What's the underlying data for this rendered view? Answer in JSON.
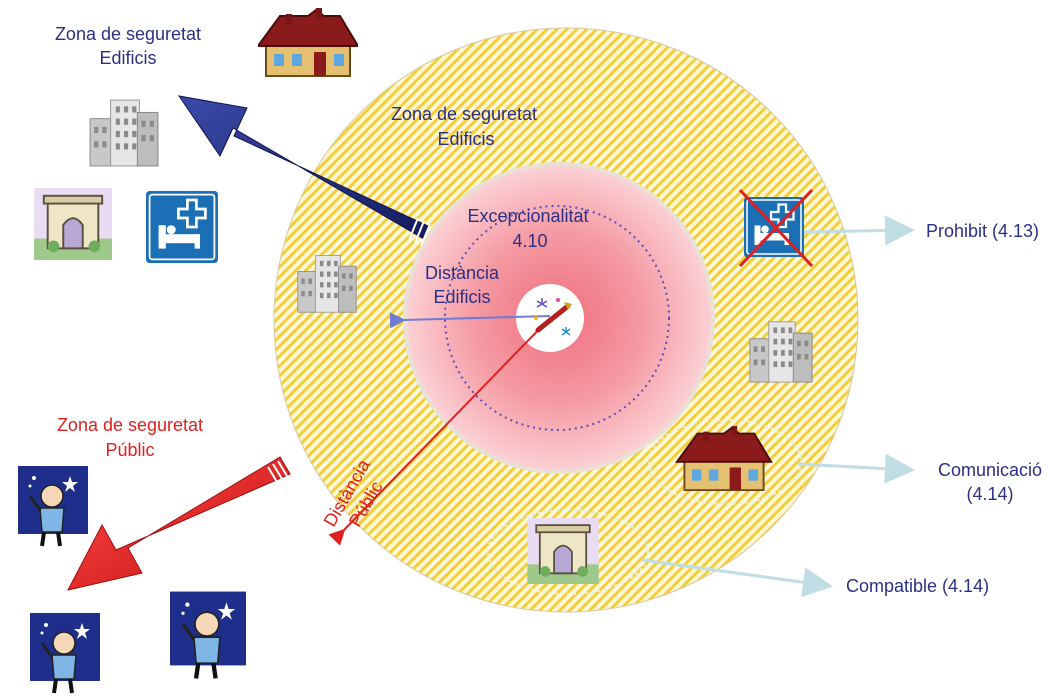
{
  "labels": {
    "zone_buildings_outside_line1": "Zona de seguretat",
    "zone_buildings_outside_line2": "Edificis",
    "zone_buildings_inside_line1": "Zona de seguretat",
    "zone_buildings_inside_line2": "Edificis",
    "exceptionality_line1": "Excepcionalitat",
    "exceptionality_line2": "4.10",
    "distance_buildings_line1": "Distància",
    "distance_buildings_line2": "Edificis",
    "zone_public_line1": "Zona de seguretat",
    "zone_public_line2": "Públic",
    "distance_public_line1": "Distància",
    "distance_public_line2": "Públic",
    "prohibited": "Prohibit (4.13)",
    "communication_line1": "Comunicació",
    "communication_line2": "(4.14)",
    "compatible": "Compatible (4.14)"
  },
  "colors": {
    "navy_text": "#2b2f86",
    "red_text": "#e02020",
    "blue_arrow": "#1e2a78",
    "red_arrow": "#e01e1e",
    "hatch_yellow": "#f2cf3a",
    "pink_zone": "#f5a0a8",
    "connector": "#bfdde3"
  },
  "icons": [
    "house-icon",
    "office-building-icon",
    "monument-arch-icon",
    "hospital-sign-icon",
    "fireworks-icon",
    "spectator-icon"
  ]
}
